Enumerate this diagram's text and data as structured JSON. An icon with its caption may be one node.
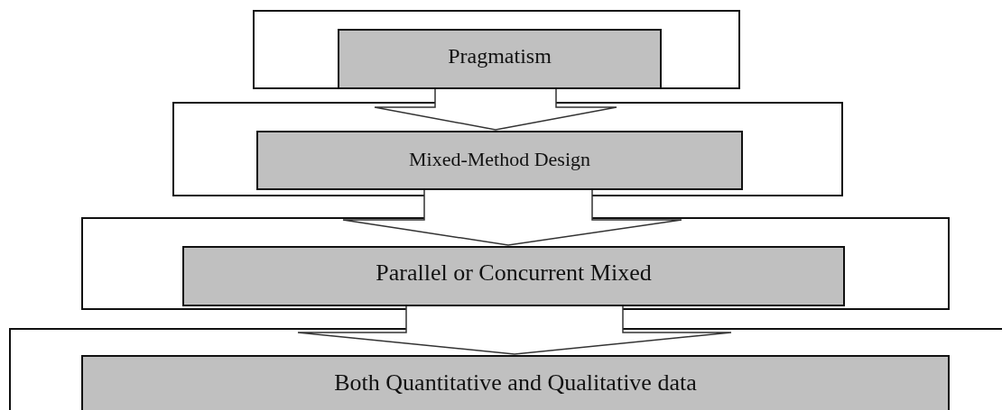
{
  "diagram": {
    "nodes": [
      {
        "text": [],
        "shape": "box"
      },
      {
        "text": [
          "Pragmatism"
        ],
        "in": 0
      },
      {
        "text": [],
        "shape": "box"
      },
      {
        "text": [
          "Mixed-Method Design"
        ],
        "in": 2
      },
      {
        "text": [],
        "shape": "box"
      },
      {
        "text": [
          "Parallel or Concurrent Mixed"
        ],
        "in": 4
      },
      {
        "text": [],
        "shape": "box"
      },
      {
        "text": [
          "Both Quantitative and Qualitative data"
        ],
        "in": 6
      }
    ],
    "edges": [
      {
        "from": 1,
        "to": 3,
        "arrow": "to"
      },
      {
        "from": 3,
        "to": 5,
        "arrow": "to"
      },
      {
        "from": 5,
        "to": 7,
        "arrow": "to"
      }
    ]
  }
}
